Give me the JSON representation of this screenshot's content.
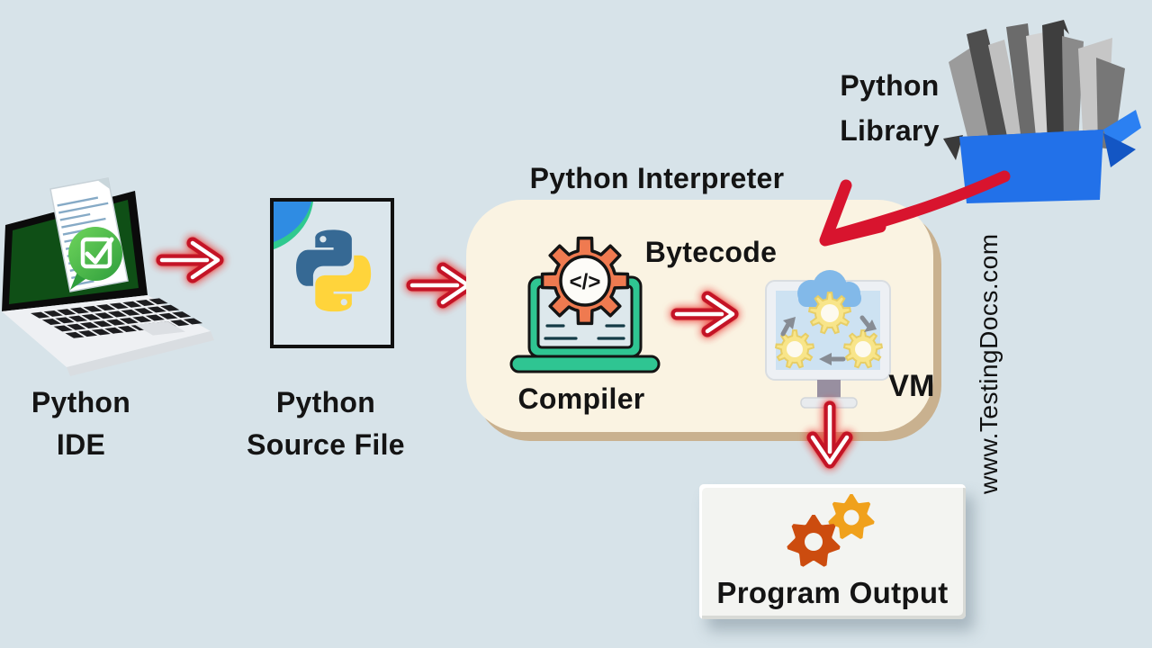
{
  "diagram": {
    "nodes": {
      "ide": {
        "label_line1": "Python",
        "label_line2": "IDE",
        "icon": "laptop-with-code-document-and-green-checkmark"
      },
      "source_file": {
        "label_line1": "Python",
        "label_line2": "Source File",
        "icon": "python-logo-file"
      },
      "interpreter": {
        "title": "Python Interpreter",
        "bytecode_label": "Bytecode",
        "compiler": {
          "label": "Compiler",
          "icon": "laptop-with-orange-gear",
          "gear_code_text": "</>"
        },
        "vm": {
          "label": "VM",
          "icon": "monitor-with-cloud-and-gears"
        }
      },
      "library": {
        "label_line1": "Python",
        "label_line2": "Library",
        "icon": "blue-box-of-books"
      },
      "program_output": {
        "label": "Program Output",
        "icon": "two-gears"
      }
    },
    "watermark": "www.TestingDocs.com",
    "colors": {
      "background": "#d7e3e9",
      "text": "#141414",
      "arrow_red": "#c41426",
      "arrow_glow": "rgba(235,60,55,0.75)",
      "curved_red": "#d8142e",
      "box_cream": "#faf3e2",
      "box_tan": "#c9b18f",
      "output_bg": "#f3f4f1",
      "teal": "#2fc592",
      "gear_orange": "#ef7a50",
      "vm_yellow": "#f8e58a",
      "vm_yellow_stroke": "#e7ce67",
      "cloud_blue": "#82b9e9",
      "library_blue": "#2271e9",
      "library_blue_dark": "#1356c4",
      "gear_amber": "#f0a11c",
      "gear_rust": "#cc4c0f",
      "ide_green": "#0f4f16",
      "paper_line": "#86aac6",
      "python_blue": "#366994",
      "python_yellow": "#ffd43b"
    }
  }
}
